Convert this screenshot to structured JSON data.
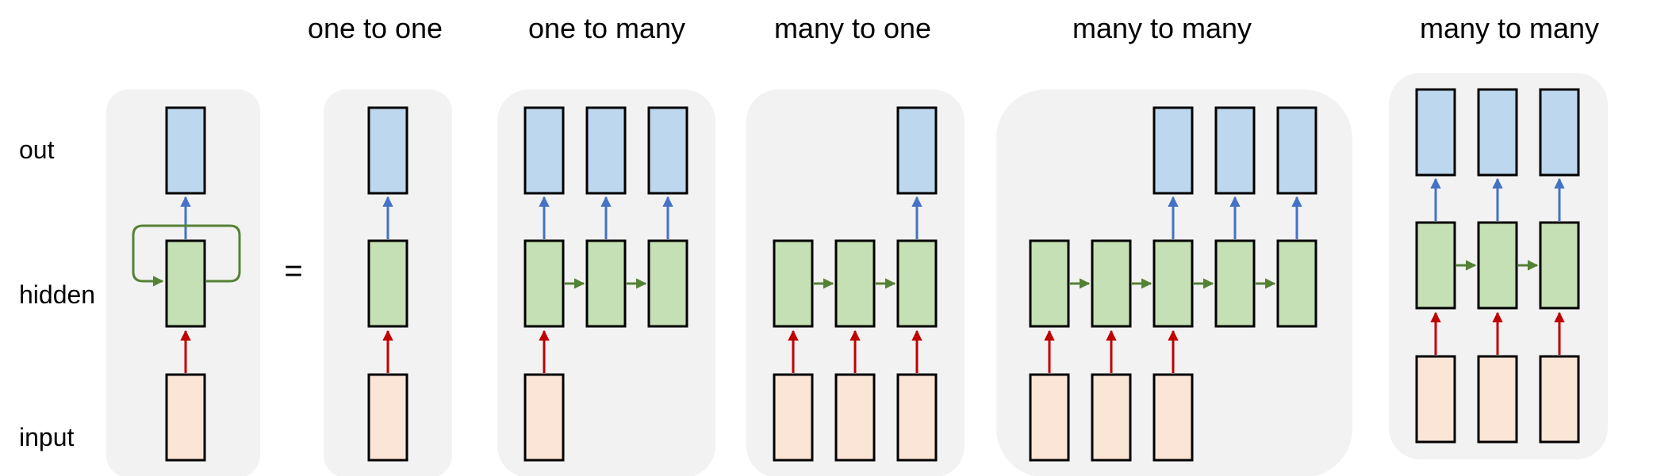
{
  "row_labels": {
    "out": "out",
    "hidden": "hidden",
    "input": "input"
  },
  "equals_sign": "=",
  "panel_titles": [
    "one to one",
    "one to many",
    "many to one",
    "many to many",
    "many to many"
  ],
  "colors": {
    "panel_background": "#f2f2f2",
    "output_box": "#bdd7ee",
    "hidden_box": "#c5e0b4",
    "input_box": "#fbe5d6",
    "input_arrow": "#c00000",
    "output_arrow": "#4472c4",
    "recurrent_arrow": "#548235"
  }
}
